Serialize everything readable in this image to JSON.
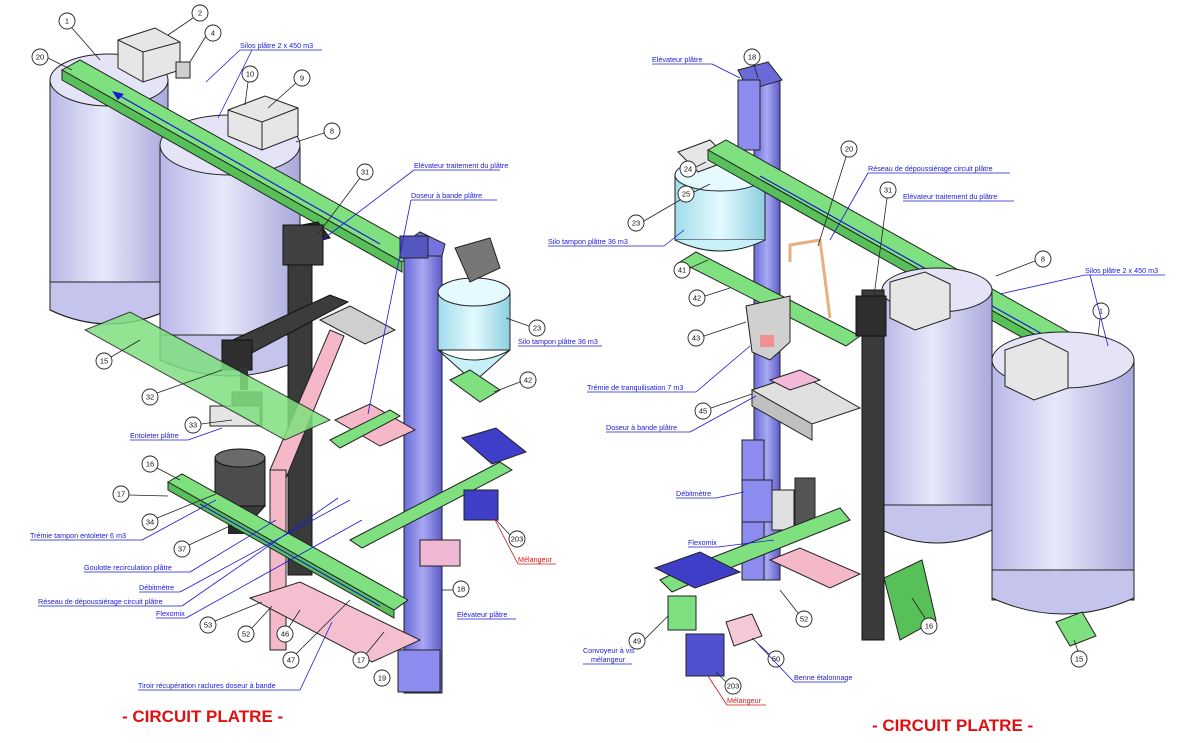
{
  "left": {
    "title": "- CIRCUIT PLATRE -",
    "labels": {
      "silos": "Silos plâtre 2 x 450 m3",
      "elevateur_traitement": "Elévateur traitement du plâtre",
      "doseur": "Doseur à bande plâtre",
      "silo_tampon": "Silo tampon plâtre 36 m3",
      "entoleter": "Entoleter plâtre",
      "tremie_entoleter": "Trémie tampon entoleter 6 m3",
      "goulotte": "Goulotte recirculation plâtre",
      "debitmetre": "Débitmètre",
      "reseau": "Réseau de dépoussiérage circuit plâtre",
      "flexomix": "Flexomix",
      "elevateur_platre": "Elévateur plâtre",
      "tiroir": "Tiroir récupération raclures doseur à bande",
      "melangeur": "Mélangeur"
    },
    "numbers": [
      "1",
      "2",
      "4",
      "20",
      "10",
      "9",
      "8",
      "31",
      "23",
      "42",
      "15",
      "32",
      "33",
      "16",
      "17",
      "34",
      "37",
      "203",
      "18",
      "53",
      "52",
      "46",
      "47",
      "17",
      "19"
    ]
  },
  "right": {
    "title": "- CIRCUIT PLATRE -",
    "labels": {
      "elevateur_platre": "Elévateur plâtre",
      "reseau": "Réseau de dépoussiérage circuit plâtre",
      "elevateur_traitement": "Elévateur traitement du plâtre",
      "silo_tampon": "Silo tampon plâtre 36 m3",
      "silos": "Silos plâtre 2 x 450 m3",
      "tremie": "Trémie de tranquilisation 7 m3",
      "doseur": "Doseur à bande plâtre",
      "debitmetre": "Débitmètre",
      "flexomix": "Flexomix",
      "convoyeur_1": "Convoyeur à vis",
      "convoyeur_2": "mélangeur",
      "benne": "Benne étalonnage",
      "melangeur": "Mélangeur"
    },
    "numbers": [
      "18",
      "20",
      "24",
      "25",
      "23",
      "31",
      "41",
      "8",
      "42",
      "1",
      "43",
      "45",
      "52",
      "16",
      "15",
      "49",
      "50",
      "203"
    ]
  },
  "colors": {
    "label_blue": "#1a1ad6",
    "label_red": "#d01616",
    "title_red": "#e01010",
    "silo_body": "#d8d8f4",
    "conveyor_green": "#7fe07f",
    "elevator_blue": "#8c8cf0",
    "elevator_dark": "#3a3a3a",
    "tank_cyan": "#c8f0f8",
    "pink": "#f4b8c8",
    "hopper_gray": "#d0d0d0"
  }
}
